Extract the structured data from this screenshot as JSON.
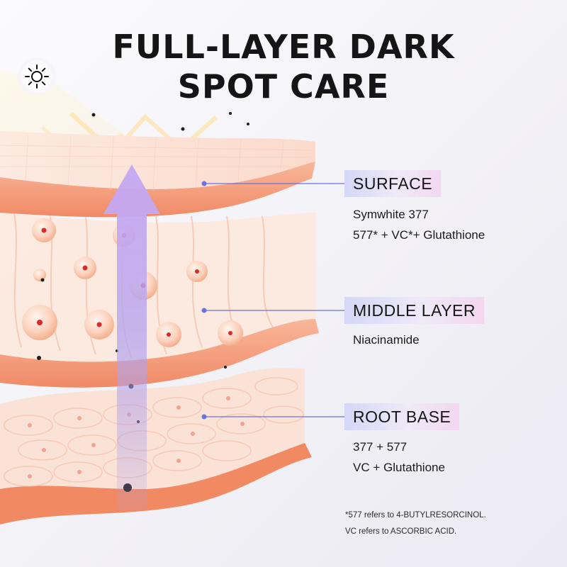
{
  "title": {
    "line1": "FULL-LAYER DARK",
    "line2": "SPOT CARE"
  },
  "layers": [
    {
      "name": "SURFACE",
      "lines": [
        "Symwhite 377",
        "577* + VC*+ Glutathione"
      ]
    },
    {
      "name": "MIDDLE LAYER",
      "lines": [
        "Niacinamide"
      ]
    },
    {
      "name": "ROOT BASE",
      "lines": [
        "377 + 577",
        "VC + Glutathione"
      ]
    }
  ],
  "footnotes": [
    "*577 refers to 4-BUTYLRESORCINOL.",
    "VC refers to ASCORBIC ACID."
  ],
  "icons": {
    "sun": "sun-icon",
    "arrow": "up-arrow-icon"
  },
  "colors": {
    "skin": "#f6a182",
    "skin_light": "#fce3d7",
    "arrow": "#b7a7ee",
    "connector": "#6a72de",
    "label_gradient_start": "#d4d7f7",
    "label_gradient_end": "#f3d7f0"
  }
}
